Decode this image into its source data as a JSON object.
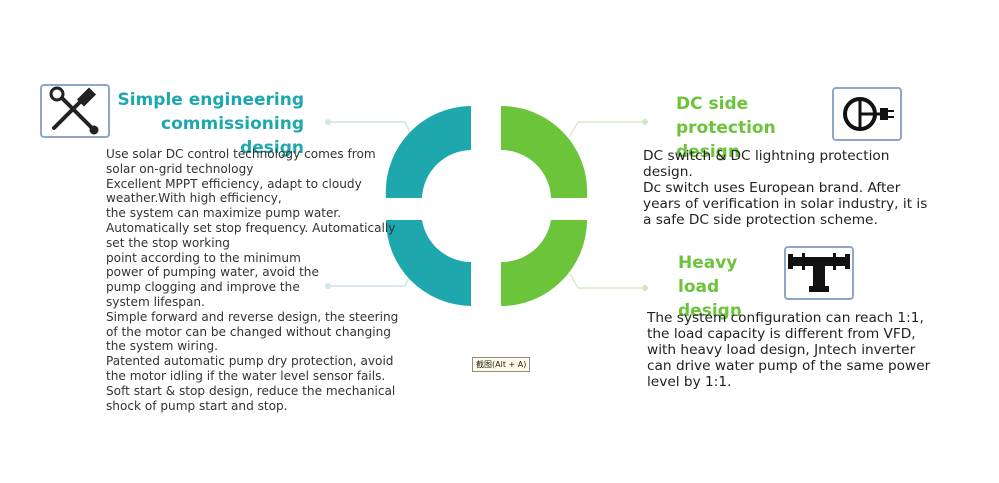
{
  "colors": {
    "teal": "#1ea8ad",
    "green": "#6cc43b",
    "connector": "#cfe4ec"
  },
  "left": {
    "title_line1": "Simple engineering",
    "title_line2": "commissioning design",
    "icon": "tools-icon",
    "body": [
      "Use solar DC control technology comes from",
      "solar on-grid technology",
      "Excellent MPPT efficiency, adapt to cloudy",
      "weather.With high efficiency,",
      "the system can maximize pump water.",
      "Automatically set stop frequency. Automatically",
      "set the stop working",
      "point according to the minimum",
      "power of pumping water, avoid the",
      "pump clogging and improve the",
      "system lifespan.",
      "Simple forward and reverse design, the steering",
      "of the motor can be changed without changing",
      "the system wiring.",
      "Patented automatic pump dry protection, avoid",
      "the motor idling if the water level sensor fails.",
      "Soft start & stop design, reduce the mechanical",
      "shock of pump start and stop."
    ]
  },
  "right_top": {
    "title_line1": "DC side",
    "title_line2": "protection design",
    "icon": "power-plug-icon",
    "body": [
      "DC switch & DC lightning protection",
      "design.",
      "Dc switch uses European brand. After",
      "years of verification in solar industry, it is",
      "a safe DC side protection scheme."
    ]
  },
  "right_bottom": {
    "title_line1": "Heavy",
    "title_line2": "load design",
    "icon": "pipe-tee-icon",
    "body": [
      "The system configuration can reach 1:1,",
      "the load capacity is different from VFD,",
      "with heavy load design, Jntech inverter",
      "can drive water pump of the same power",
      "level by 1:1."
    ]
  },
  "tooltip": "截图(Alt + A)"
}
